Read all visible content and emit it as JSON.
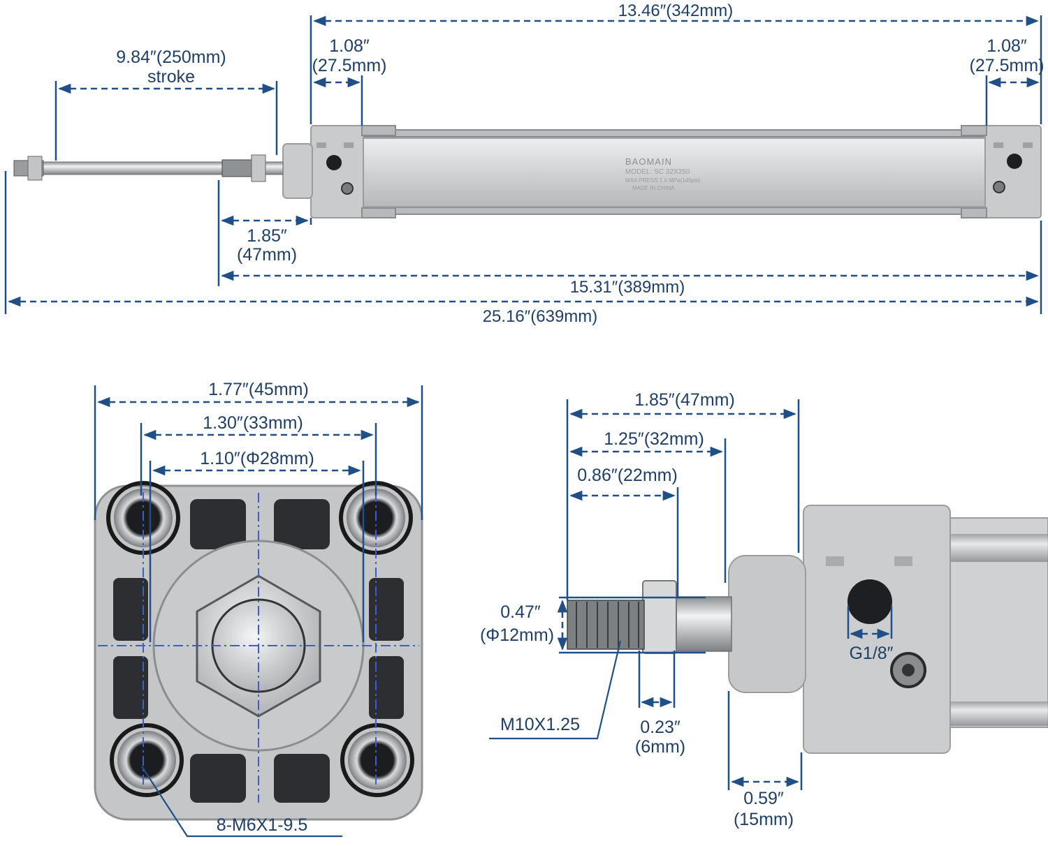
{
  "dimensions": {
    "overall_body": "13.46″(342mm)",
    "end_cap_left": {
      "inch": "1.08″",
      "mm": "(27.5mm)"
    },
    "end_cap_right": {
      "inch": "1.08″",
      "mm": "(27.5mm)"
    },
    "stroke": {
      "value": "9.84″(250mm)",
      "label": "stroke"
    },
    "rod_extension": {
      "inch": "1.85″",
      "mm": "(47mm)"
    },
    "closed_length": "15.31″(389mm)",
    "extended_length": "25.16″(639mm)",
    "end_width": "1.77″(45mm)",
    "bolt_spacing": "1.30″(33mm)",
    "boss_diameter": "1.10″(Φ28mm)",
    "mount_threads": "8-M6X1-9.5",
    "rod_to_face": "1.85″(47mm)",
    "boss_length": "1.25″(32mm)",
    "thread_length": "0.86″(22mm)",
    "rod_diameter": {
      "inch": "0.47″",
      "mm": "(Φ12mm)"
    },
    "rod_thread": "M10X1.25",
    "nut_thickness": {
      "inch": "0.23″",
      "mm": "(6mm)"
    },
    "cap_thickness": {
      "inch": "0.59″",
      "mm": "(15mm)"
    },
    "port": "G1/8″"
  },
  "cylinder_label": {
    "brand": "BAOMAIN",
    "model": "MODEL: SC 32X250",
    "pressure": "MAX.PRESS 1.0 MPa(145psi)",
    "origin": "MADE IN CHINA"
  },
  "colors": {
    "dimension_line": "#1f4f86",
    "dimension_text": "#1f3f66",
    "center_line": "#3a5fcf",
    "aluminium": "#c9cbcd"
  }
}
